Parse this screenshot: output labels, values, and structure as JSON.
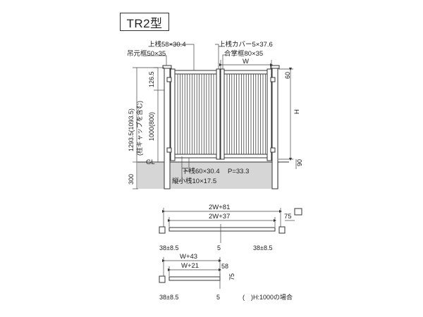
{
  "title": "TR2型",
  "elevation": {
    "labels": {
      "top_rail": "上桟58×30.4",
      "hinge_frame": "吊元框50×35",
      "top_rail_cover": "上桟カバー5×37.6",
      "meeting_frame": "合掌框80×35",
      "width": "W",
      "bottom_rail": "下桟60×30.4",
      "vertical_bar": "縦小桟10×17.5",
      "pitch": "P=33.3",
      "gl": "GL",
      "height": "H"
    },
    "dims": {
      "d126_5": "126.5",
      "d1000": "1000(800)",
      "d1293": "1293.5(1093.5)",
      "cap_note": "(柱キャップを含む)",
      "d300": "300",
      "d60": "60",
      "d90": "90"
    }
  },
  "plan_double": {
    "outer": "2W+81",
    "inner": "2W+37",
    "left_gap": "38±8.5",
    "center": "5",
    "right_gap": "38±8.5",
    "post": "75"
  },
  "plan_single": {
    "outer": "W+43",
    "inner": "W+21",
    "depth": "58",
    "post": "75",
    "left_gap": "38±8.5",
    "center": "5"
  },
  "footnote": "(　)H:1000の場合",
  "colors": {
    "line": "#333333",
    "ground": "#d6d6d6"
  }
}
